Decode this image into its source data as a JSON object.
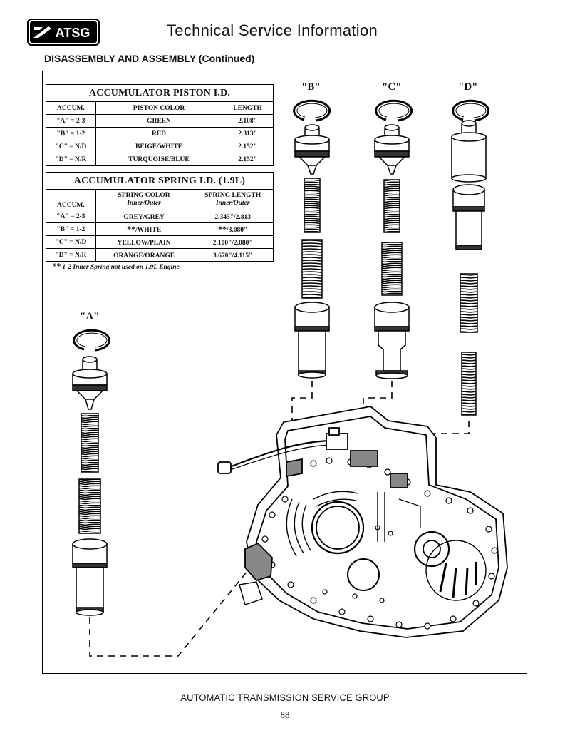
{
  "header": {
    "logo_text": "ATSG",
    "title": "Technical Service Information"
  },
  "section_title": "DISASSEMBLY AND ASSEMBLY (Continued)",
  "piston_table": {
    "title": "ACCUMULATOR PISTON I.D.",
    "headers": [
      "ACCUM.",
      "PISTON COLOR",
      "LENGTH"
    ],
    "rows": [
      [
        "\"A\" = 2-3",
        "GREEN",
        "2.108\""
      ],
      [
        "\"B\" = 1-2",
        "RED",
        "2.313\""
      ],
      [
        "\"C\" = N/D",
        "BEIGE/WHITE",
        "2.152\""
      ],
      [
        "\"D\" = N/R",
        "TURQUOISE/BLUE",
        "2.152\""
      ]
    ]
  },
  "spring_table": {
    "title": "ACCUMULATOR SPRING I.D. (1.9L)",
    "header_accum": "ACCUM.",
    "header_color": "SPRING COLOR",
    "header_color_sub": "Inner/Outer",
    "header_length": "SPRING LENGTH",
    "header_length_sub": "Inner/Outer",
    "rows": [
      {
        "accum": "\"A\" = 2-3",
        "star_color": "",
        "color": "GREY/GREY",
        "star_length": "",
        "length": "2.345\"/2.813"
      },
      {
        "accum": "\"B\" = 1-2",
        "star_color": "**",
        "color": "/WHITE",
        "star_length": "**",
        "length": "/3.080\""
      },
      {
        "accum": "\"C\" = N/D",
        "star_color": "",
        "color": "YELLOW/PLAIN",
        "star_length": "",
        "length": "2.100\"/2.080\""
      },
      {
        "accum": "\"D\" = N/R",
        "star_color": "",
        "color": "ORANGE/ORANGE",
        "star_length": "",
        "length": "3.670\"/4.115\""
      }
    ],
    "note_star": "**",
    "note": " 1-2 Inner Spring not used on 1.9L Engine."
  },
  "labels": {
    "a": "\"A\"",
    "b": "\"B\"",
    "c": "\"C\"",
    "d": "\"D\""
  },
  "footer": {
    "org": "AUTOMATIC TRANSMISSION SERVICE GROUP",
    "page": "88"
  }
}
